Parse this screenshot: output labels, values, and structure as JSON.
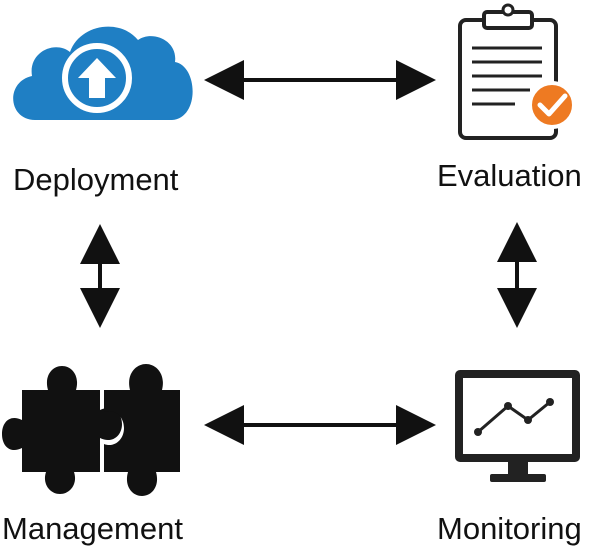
{
  "nodes": {
    "deployment": {
      "label": "Deployment",
      "icon": "cloud-upload-icon"
    },
    "evaluation": {
      "label": "Evaluation",
      "icon": "clipboard-check-icon"
    },
    "management": {
      "label": "Management",
      "icon": "puzzle-pieces-icon"
    },
    "monitoring": {
      "label": "Monitoring",
      "icon": "monitor-line-chart-icon"
    }
  },
  "edges": [
    {
      "from": "deployment",
      "to": "evaluation",
      "direction": "bidirectional"
    },
    {
      "from": "deployment",
      "to": "management",
      "direction": "bidirectional"
    },
    {
      "from": "evaluation",
      "to": "monitoring",
      "direction": "bidirectional"
    },
    {
      "from": "management",
      "to": "monitoring",
      "direction": "bidirectional"
    }
  ],
  "colors": {
    "cloud": "#1f7fc4",
    "arrow": "#111111",
    "check_badge": "#ee7a22",
    "clipboard_outline": "#222222",
    "puzzle": "#111111",
    "monitor": "#222222"
  }
}
